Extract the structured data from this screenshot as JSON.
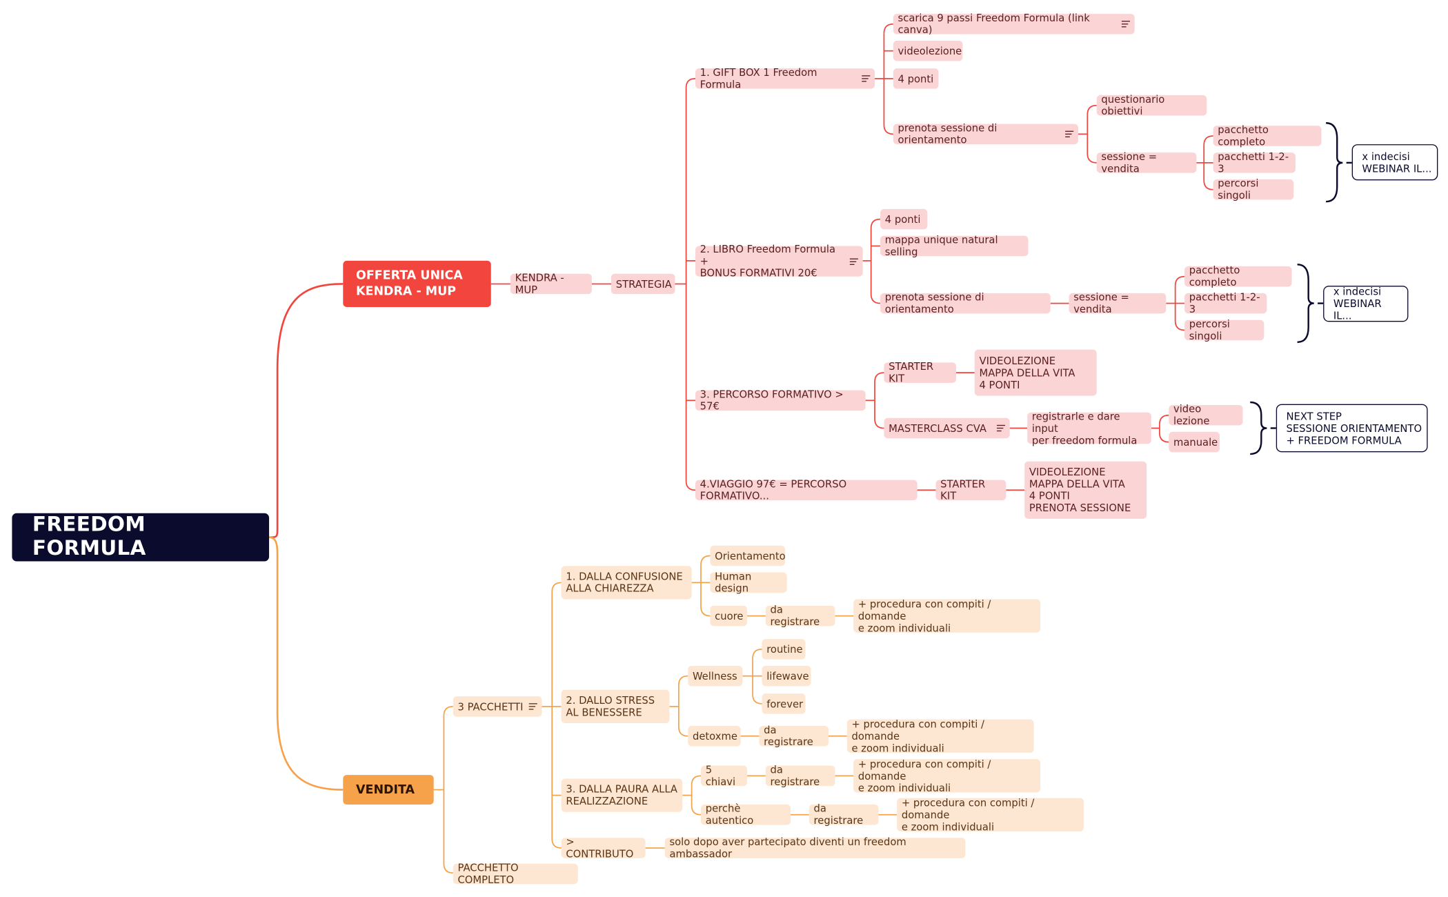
{
  "root": "FREEDOM FORMULA",
  "branches": {
    "offerta": "OFFERTA UNICA\nKENDRA - MUP",
    "vendita": "VENDITA"
  },
  "offerta_nodes": {
    "kendra": "KENDRA - MUP",
    "strategia": "STRATEGIA",
    "gift_box": "1. GIFT BOX 1 Freedom Formula",
    "gb_scarica": "scarica 9 passi Freedom Formula (link canva)",
    "gb_videolezione": "videolezione",
    "gb_4ponti": "4 ponti",
    "gb_prenota": "prenota sessione di orientamento",
    "gb_questionario": "questionario obiettivi",
    "gb_sessione": "sessione = vendita",
    "gb_pacchetto_completo": "pacchetto completo",
    "gb_pacchetti": "pacchetti 1-2-3",
    "gb_percorsi": "percorsi singoli",
    "gb_summary": "x indecisi\nWEBINAR IL...",
    "libro": "2. LIBRO Freedom Formula +\nBONUS FORMATIVI 20€",
    "lb_4ponti": "4 ponti",
    "lb_mappa": "mappa unique natural selling",
    "lb_prenota": "prenota sessione di orientamento",
    "lb_sessione": "sessione = vendita",
    "lb_pacchetto_completo": "pacchetto completo",
    "lb_pacchetti": "pacchetti 1-2-3",
    "lb_percorsi": "percorsi singoli",
    "lb_summary": "x indecisi\nWEBINAR IL...",
    "percorso": "3. PERCORSO FORMATIVO > 57€",
    "pf_starter": "STARTER KIT",
    "pf_starter_detail": "VIDEOLEZIONE\nMAPPA DELLA VITA\n4 PONTI",
    "pf_masterclass": "MASTERCLASS CVA",
    "pf_registrarle": "registrarle e dare input\nper freedom formula",
    "pf_video": "video lezione",
    "pf_manuale": "manuale",
    "pf_summary": "NEXT STEP\nSESSIONE ORIENTAMENTO\n+ FREEDOM FORMULA",
    "viaggio": "4.VIAGGIO 97€  = PERCORSO FORMATIVO...",
    "vg_starter": "STARTER KIT",
    "vg_detail": "VIDEOLEZIONE\nMAPPA DELLA VITA\n4 PONTI\nPRENOTA SESSIONE"
  },
  "vendita_nodes": {
    "pacchetti3": "3 PACCHETTI",
    "confusione": "1. DALLA CONFUSIONE\nALLA CHIAREZZA",
    "orientamento": "Orientamento",
    "human_design": "Human design",
    "cuore": "cuore",
    "cuore_reg": "da registrare",
    "cuore_proc": "+ procedura con compiti / domande\ne zoom individuali",
    "stress": "2. DALLO STRESS\nAL BENESSERE",
    "wellness": "Wellness",
    "routine": "routine",
    "lifewave": "lifewave",
    "forever": "forever",
    "detoxme": "detoxme",
    "detox_reg": "da registrare",
    "detox_proc": "+ procedura con compiti / domande\ne zoom individuali",
    "paura": "3. DALLA PAURA ALLA\nREALIZZAZIONE",
    "chiavi": "5 chiavi",
    "chiavi_reg": "da registrare",
    "chiavi_proc": "+ procedura con compiti / domande\ne zoom individuali",
    "perche": "perchè autentico",
    "perche_reg": "da registrare",
    "perche_proc": "+ procedura con compiti / domande\ne zoom individuali",
    "contributo": "> CONTRIBUTO",
    "contributo_detail": "solo dopo aver partecipato diventi un freedom ambassador",
    "pacchetto_completo": "PACCHETTO COMPLETO"
  },
  "colors": {
    "root": "#0b0b2e",
    "red_branch": "#f2453d",
    "orange_branch": "#f5a24b",
    "red_node": "#fbd5d5",
    "orange_node": "#fde6d2"
  },
  "icons": [
    "notes-icon"
  ]
}
